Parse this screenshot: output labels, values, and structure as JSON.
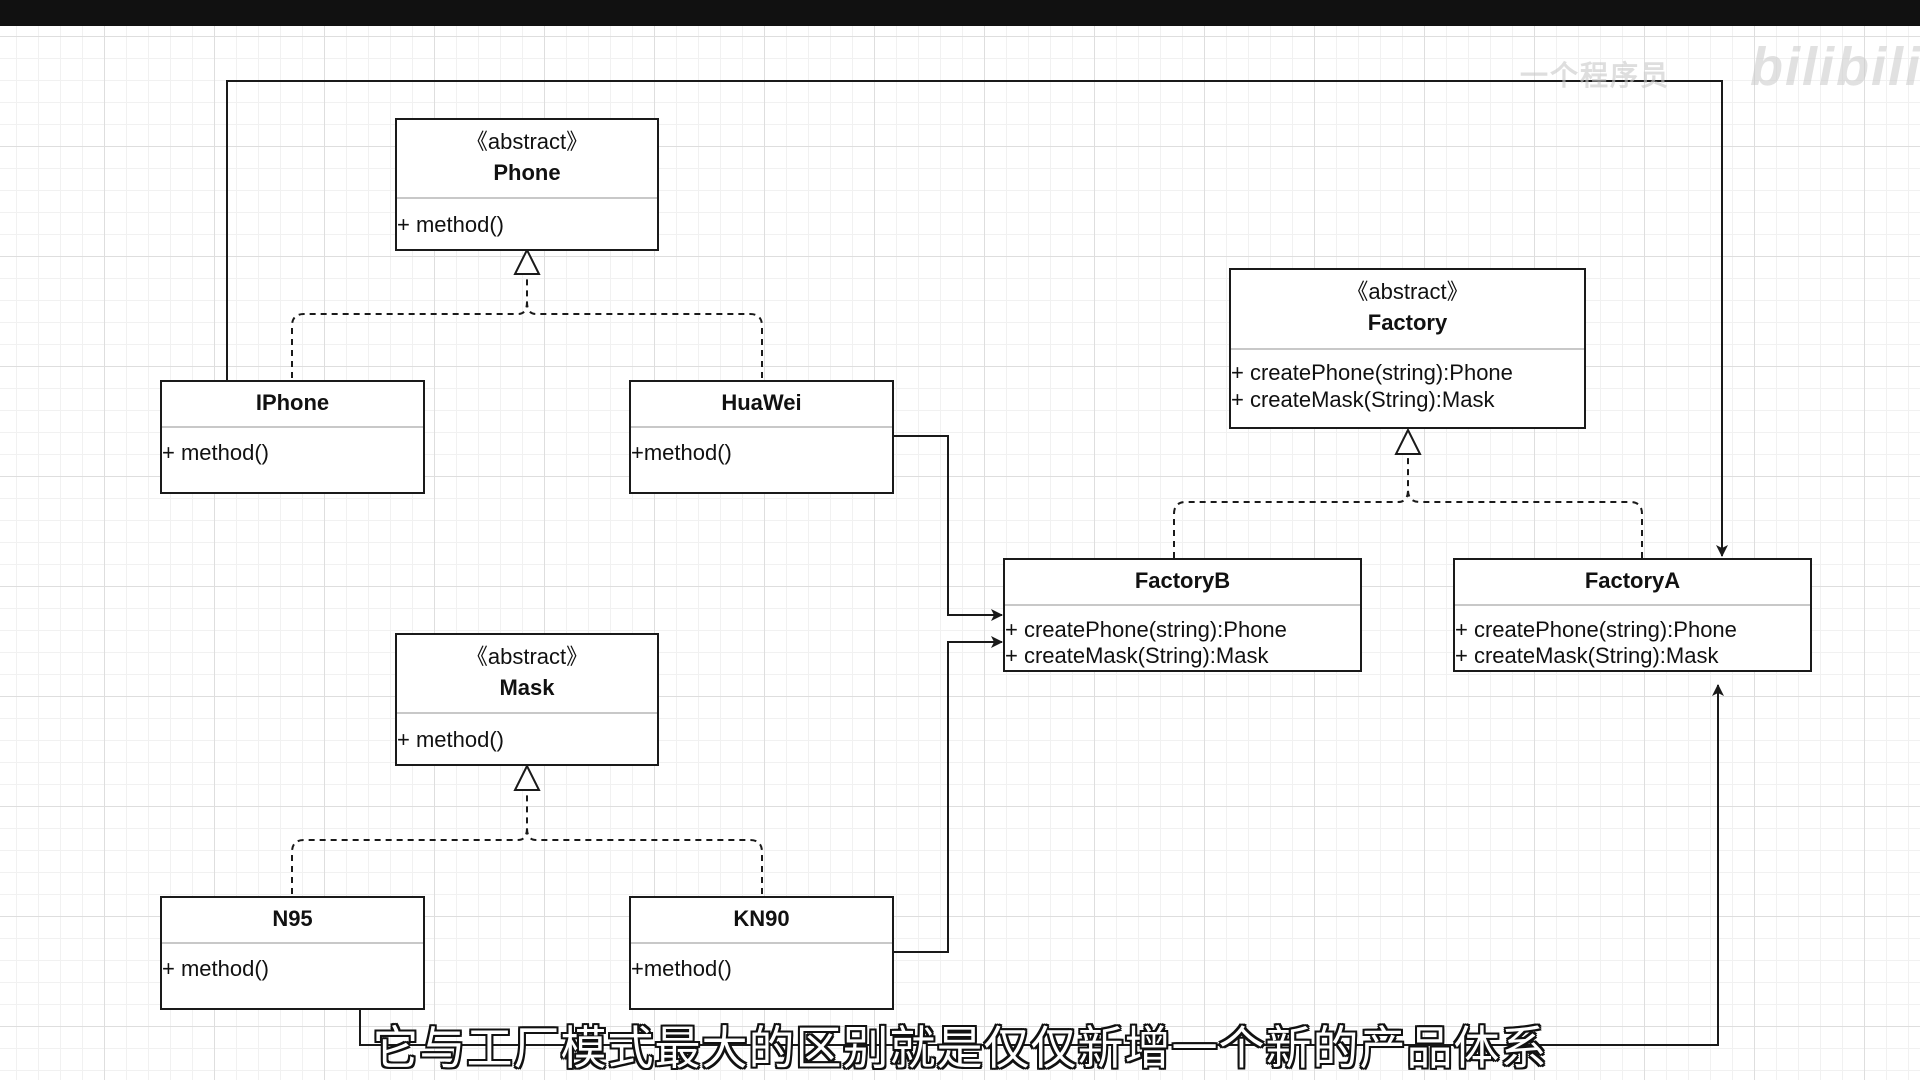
{
  "diagram": {
    "classes": {
      "phone": {
        "stereotype": "《abstract》",
        "name": "Phone",
        "methods": [
          "+ method()"
        ]
      },
      "iphone": {
        "name": "IPhone",
        "methods": [
          "+ method()"
        ]
      },
      "huawei": {
        "name": "HuaWei",
        "methods": [
          "+method()"
        ]
      },
      "mask": {
        "stereotype": "《abstract》",
        "name": "Mask",
        "methods": [
          "+ method()"
        ]
      },
      "n95": {
        "name": "N95",
        "methods": [
          "+ method()"
        ]
      },
      "kn90": {
        "name": "KN90",
        "methods": [
          "+method()"
        ]
      },
      "factory": {
        "stereotype": "《abstract》",
        "name": "Factory",
        "methods": [
          "+ createPhone(string):Phone",
          "+ createMask(String):Mask"
        ]
      },
      "factoryB": {
        "name": "FactoryB",
        "methods": [
          "+ createPhone(string):Phone",
          "+ createMask(String):Mask"
        ]
      },
      "factoryA": {
        "name": "FactoryA",
        "methods": [
          "+ createPhone(string):Phone",
          "+ createMask(String):Mask"
        ]
      }
    },
    "relations": [
      {
        "from": "IPhone",
        "to": "Phone",
        "kind": "realization"
      },
      {
        "from": "HuaWei",
        "to": "Phone",
        "kind": "realization"
      },
      {
        "from": "N95",
        "to": "Mask",
        "kind": "realization"
      },
      {
        "from": "KN90",
        "to": "Mask",
        "kind": "realization"
      },
      {
        "from": "FactoryB",
        "to": "Factory",
        "kind": "realization"
      },
      {
        "from": "FactoryA",
        "to": "Factory",
        "kind": "realization"
      },
      {
        "from": "IPhone",
        "to": "FactoryA",
        "kind": "association"
      },
      {
        "from": "N95",
        "to": "FactoryA",
        "kind": "association"
      },
      {
        "from": "HuaWei",
        "to": "FactoryB",
        "kind": "association"
      },
      {
        "from": "KN90",
        "to": "FactoryB",
        "kind": "association"
      }
    ]
  },
  "watermark": {
    "uploader": "一个程序员",
    "site": "bilibili"
  },
  "subtitle": "它与工厂模式最大的区别就是仅仅新增一个新的产品体系",
  "colors": {
    "line": "#1a1a1a",
    "divider": "#c8c8c8",
    "grid": "#dedede",
    "topbar": "#111111"
  }
}
